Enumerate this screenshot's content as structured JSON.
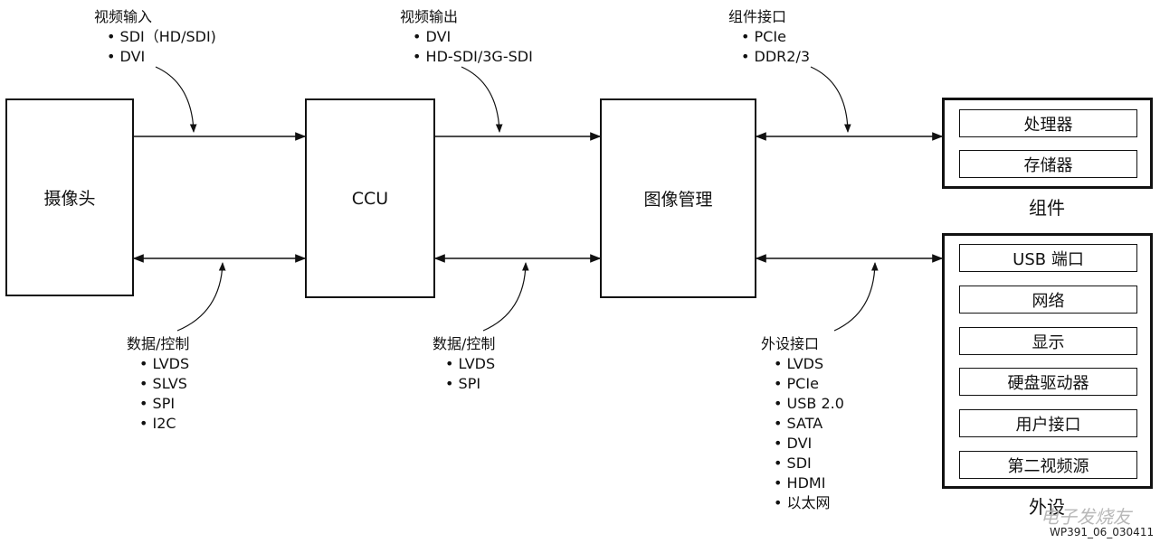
{
  "blocks": {
    "camera": "摄像头",
    "ccu": "CCU",
    "image_mgmt": "图像管理"
  },
  "labels": {
    "video_in": {
      "title": "视频输入",
      "items": [
        "SDI（HD/SDI)",
        "DVI"
      ]
    },
    "video_out": {
      "title": "视频输出",
      "items": [
        "DVI",
        "HD-SDI/3G-SDI"
      ]
    },
    "component_if": {
      "title": "组件接口",
      "items": [
        "PCIe",
        "DDR2/3"
      ]
    },
    "data_ctrl_1": {
      "title": "数据/控制",
      "items": [
        "LVDS",
        "SLVS",
        "SPI",
        "I2C"
      ]
    },
    "data_ctrl_2": {
      "title": "数据/控制",
      "items": [
        "LVDS",
        "SPI"
      ]
    },
    "peripheral_if": {
      "title": "外设接口",
      "items": [
        "LVDS",
        "PCIe",
        "USB 2.0",
        "SATA",
        "DVI",
        "SDI",
        "HDMI",
        "以太网"
      ]
    }
  },
  "components": {
    "caption": "组件",
    "items": [
      "处理器",
      "存储器"
    ]
  },
  "peripherals": {
    "caption": "外设",
    "items": [
      "USB 端口",
      "网络",
      "显示",
      "硬盘驱动器",
      "用户接口",
      "第二视频源"
    ]
  },
  "footer": "WP391_06_030411",
  "watermark": "电子发烧友"
}
